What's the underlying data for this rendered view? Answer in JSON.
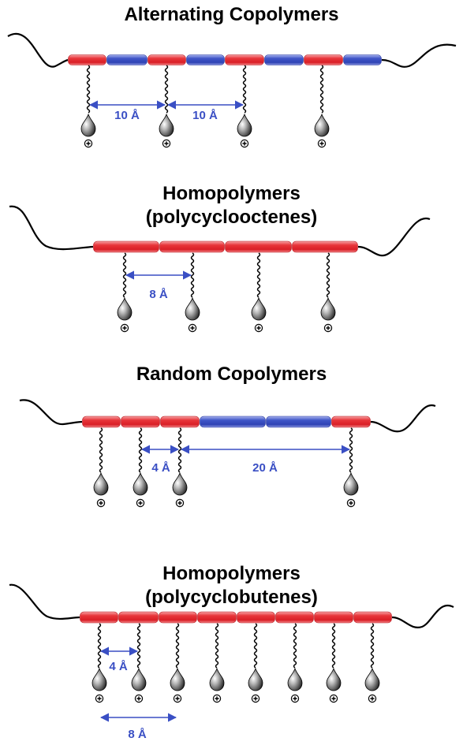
{
  "colors": {
    "red_segment": "#e8353a",
    "blue_segment": "#4056c8",
    "arrow": "#3a4fc4",
    "backbone_line": "#000000",
    "cation_head": "#555555"
  },
  "panels": [
    {
      "title_lines": [
        "Alternating Copolymers"
      ],
      "segments": [
        "red",
        "blue",
        "red",
        "blue",
        "red",
        "blue",
        "red",
        "blue"
      ],
      "pendant_segments": [
        0,
        2,
        4,
        6
      ],
      "distances": [
        {
          "from": 0,
          "to": 1,
          "label": "10 Å"
        },
        {
          "from": 1,
          "to": 2,
          "label": "10 Å"
        }
      ],
      "cation_symbol": "⊕"
    },
    {
      "title_lines": [
        "Homopolymers",
        "(polycyclooctenes)"
      ],
      "segments": [
        "red",
        "red",
        "red",
        "red"
      ],
      "pendant_segments": [
        0,
        1,
        2,
        3
      ],
      "distances": [
        {
          "from": 0,
          "to": 1,
          "label": "8 Å"
        }
      ],
      "cation_symbol": "⊕"
    },
    {
      "title_lines": [
        "Random Copolymers"
      ],
      "segments": [
        "red",
        "red",
        "red",
        "blue",
        "blue",
        "red"
      ],
      "pendant_segments": [
        0,
        1,
        2,
        5
      ],
      "distances": [
        {
          "from": 1,
          "to": 2,
          "label": "4 Å"
        },
        {
          "from": 2,
          "to": 3,
          "label": "20 Å"
        }
      ],
      "cation_symbol": "⊕"
    },
    {
      "title_lines": [
        "Homopolymers",
        "(polycyclobutenes)"
      ],
      "segments": [
        "red",
        "red",
        "red",
        "red",
        "red",
        "red",
        "red",
        "red"
      ],
      "pendant_segments": [
        0,
        1,
        2,
        3,
        4,
        5,
        6,
        7
      ],
      "distances": [
        {
          "from": 0,
          "to": 1,
          "label": "4 Å"
        },
        {
          "from": 0,
          "to": 2,
          "label": "8 Å"
        }
      ],
      "cation_symbol": "⊕"
    }
  ]
}
